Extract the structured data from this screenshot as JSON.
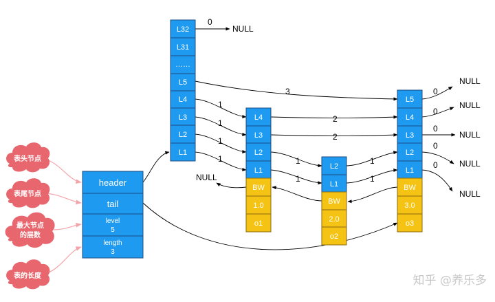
{
  "colors": {
    "level": "#1e9bf0",
    "object": "#f5c313",
    "note": "#e8676e"
  },
  "header_struct": {
    "header": "header",
    "tail": "tail",
    "level_label": "level",
    "level_value": "5",
    "length_label": "length",
    "length_value": "3"
  },
  "annotations": {
    "header_note": "表头节点",
    "tail_note": "表尾节点",
    "max_level_note": [
      "最大节点",
      "的层数"
    ],
    "length_note": "表的长度"
  },
  "head_node": {
    "levels": [
      "L32",
      "L31",
      "……",
      "L5",
      "L4",
      "L3",
      "L2",
      "L1"
    ]
  },
  "node1": {
    "levels": [
      "L4",
      "L3",
      "L2",
      "L1"
    ],
    "backward": "BW",
    "score": "1.0",
    "obj": "o1"
  },
  "node2": {
    "levels": [
      "L2",
      "L1"
    ],
    "backward": "BW",
    "score": "2.0",
    "obj": "o2"
  },
  "node3": {
    "levels": [
      "L5",
      "L4",
      "L3",
      "L2",
      "L1"
    ],
    "backward": "BW",
    "score": "3.0",
    "obj": "o3"
  },
  "spans": {
    "head_L32": "0",
    "head_L5": "3",
    "head_L4": "1",
    "head_L3": "1",
    "head_L2": "1",
    "head_L1": "1",
    "n1_L4": "2",
    "n1_L3": "2",
    "n1_L2": "1",
    "n1_L1": "1",
    "n2_L2": "1",
    "n2_L1": "1",
    "n3_L5": "0",
    "n3_L4": "0",
    "n3_L3": "0",
    "n3_L2": "0",
    "n3_L1": "0"
  },
  "null_label": "NULL",
  "watermark": "知乎 @养乐多"
}
